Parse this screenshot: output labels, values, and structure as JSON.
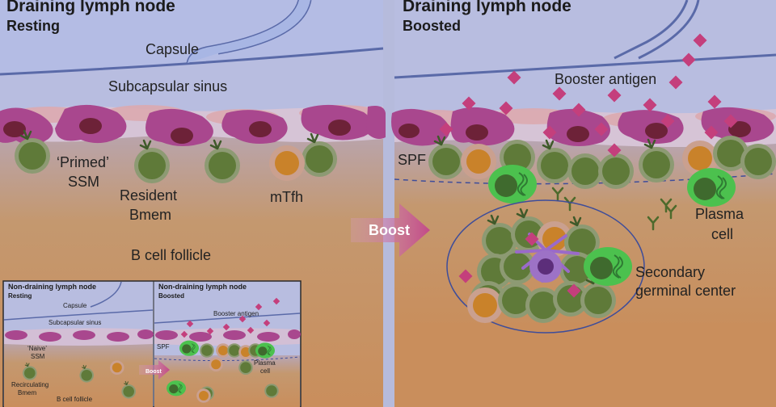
{
  "left_panel": {
    "title": "Draining lymph node",
    "subtitle": "Resting",
    "labels": {
      "capsule": "Capsule",
      "sinus": "Subcapsular sinus",
      "ssm_line1": "‘Primed’",
      "ssm_line2": "SSM",
      "bmem_line1": "Resident",
      "bmem_line2": "Bmem",
      "mtfh": "mTfh",
      "follicle": "B cell follicle"
    }
  },
  "arrow": {
    "label": "Boost"
  },
  "right_panel": {
    "title": "Draining lymph node",
    "subtitle": "Boosted",
    "labels": {
      "antigen": "Booster antigen",
      "spf": "SPF",
      "plasma_line1": "Plasma",
      "plasma_line2": "cell",
      "gc_line1": "Secondary",
      "gc_line2": "germinal center"
    }
  },
  "inset_left": {
    "title": "Non-draining lymph node",
    "subtitle": "Resting",
    "labels": {
      "capsule": "Capsule",
      "sinus": "Subcapsular sinus",
      "ssm_line1": "‘Naive’",
      "ssm_line2": "SSM",
      "bmem_line1": "Recirculating",
      "bmem_line2": "Bmem",
      "follicle": "B cell follicle"
    }
  },
  "inset_right": {
    "title": "Non-draining lymph node",
    "subtitle": "Boosted",
    "labels": {
      "antigen": "Booster antigen",
      "spf": "SPF",
      "plasma_line1": "Plasma",
      "plasma_line2": "cell",
      "arrow": "Boost"
    }
  },
  "colors": {
    "background": "#b6bbdc",
    "capsule": "#5a6aa8",
    "sinus_band": "#d4c4d8",
    "macrophage": "#a8468e",
    "bmem_cell": "#5e7a3a",
    "tfh_cell": "#c8832c",
    "plasma_cell": "#46b84c",
    "follicle": "#c98e5c",
    "antigen": "#c43f7c",
    "arrow": "#c95a93"
  }
}
